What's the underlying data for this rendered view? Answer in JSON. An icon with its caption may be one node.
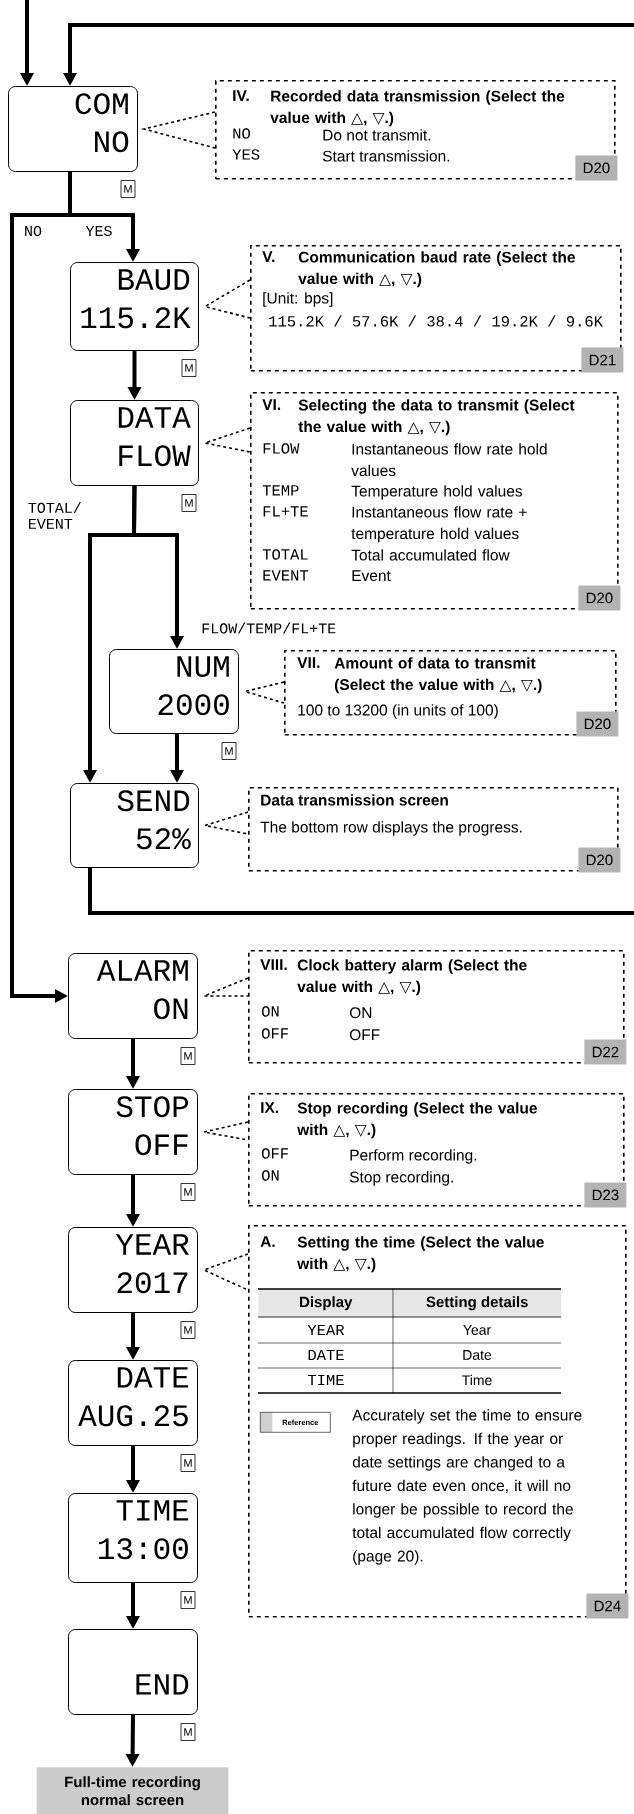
{
  "diagram": {
    "nodes": [
      {
        "text": [
          "COM",
          "NO"
        ],
        "beside": [
          "M"
        ]
      },
      {
        "text": [
          "IV.",
          "Recorded data transmission (Select the value with △, ▽.)",
          "NO",
          "Do not transmit.",
          "YES",
          "Start transmission.",
          "D20"
        ]
      },
      {
        "text": [
          "BAUD",
          "115.2K"
        ],
        "beside": [
          "M"
        ]
      },
      {
        "text": [
          "V.",
          "Communication baud rate (Select the value with △, ▽.)",
          "[Unit: bps]",
          "115.2K / 57.6K / 38.4 / 19.2K / 9.6K",
          "D21"
        ]
      },
      {
        "text": [
          "DATA",
          "FLOW"
        ],
        "beside": [
          "M"
        ]
      },
      {
        "text": [
          "VI.",
          "Selecting the data to transmit (Select the value with △, ▽.)",
          "FLOW",
          "Instantaneous flow rate hold values",
          "TEMP",
          "Temperature hold values",
          "FL+TE",
          "Instantaneous flow rate + temperature hold values",
          "TOTAL",
          "Total accumulated flow",
          "EVENT",
          "Event",
          "D20"
        ]
      },
      {
        "text": [
          "NUM",
          "2000"
        ],
        "beside": [
          "M"
        ]
      },
      {
        "text": [
          "VII.",
          "Amount of data to transmit (Select the value with △, ▽.)",
          "100 to 13200 (in units of 100)",
          "D20"
        ]
      },
      {
        "text": [
          "SEND",
          "52%"
        ]
      },
      {
        "text": [
          "Data transmission screen",
          "The bottom row displays the progress.",
          "D20"
        ]
      },
      {
        "text": [
          "ALARM",
          "ON"
        ],
        "beside": [
          "M"
        ]
      },
      {
        "text": [
          "VIII.",
          "Clock battery alarm (Select the value with △, ▽.)",
          "ON",
          "ON",
          "OFF",
          "OFF",
          "D22"
        ]
      },
      {
        "text": [
          "STOP",
          "OFF"
        ],
        "beside": [
          "M"
        ]
      },
      {
        "text": [
          "IX.",
          "Stop recording (Select the value with △, ▽.)",
          "OFF",
          "Perform recording.",
          "ON",
          "Stop recording.",
          "D23"
        ]
      },
      {
        "text": [
          "YEAR",
          "2017"
        ],
        "beside": [
          "M"
        ]
      },
      {
        "text": [
          "A.",
          "Setting the time (Select the value with △, ▽.)",
          "Display",
          "Setting details",
          "YEAR",
          "Year",
          "DATE",
          "Date",
          "TIME",
          "Time",
          "Reference",
          "Accurately set the time to ensure proper readings. If the year or date settings are changed to a future date even once, it will no longer be possible to record the total accumulated flow correctly (page 20).",
          "D24"
        ]
      },
      {
        "text": [
          "DATE",
          "AUG.25"
        ],
        "beside": [
          "M"
        ]
      },
      {
        "text": [
          "TIME",
          "13:00"
        ],
        "beside": [
          "M"
        ]
      },
      {
        "text": [
          "END"
        ],
        "beside": [
          "M"
        ]
      },
      {
        "text": [
          "Full-time recording normal screen"
        ]
      }
    ],
    "edges": [
      {
        "from": null,
        "to": 0,
        "arrow": "to"
      },
      {
        "from": null,
        "to": 0,
        "arrow": "to"
      },
      {
        "from": 0,
        "to": 2,
        "arrow": "to",
        "label": "YES"
      },
      {
        "from": 0,
        "to": 10,
        "arrow": "to",
        "label": "NO"
      },
      {
        "from": 0,
        "to": 1,
        "arrow": "none",
        "style": "dashed"
      },
      {
        "from": 2,
        "to": 4,
        "arrow": "to"
      },
      {
        "from": 2,
        "to": 3,
        "arrow": "none",
        "style": "dashed"
      },
      {
        "from": 4,
        "to": 6,
        "arrow": "to",
        "label": "FLOW/TEMP/FL+TE"
      },
      {
        "from": 4,
        "to": 8,
        "arrow": "to",
        "label": "TOTAL/ EVENT"
      },
      {
        "from": 4,
        "to": 5,
        "arrow": "none",
        "style": "dashed"
      },
      {
        "from": 6,
        "to": 8,
        "arrow": "to"
      },
      {
        "from": 6,
        "to": 7,
        "arrow": "none",
        "style": "dashed"
      },
      {
        "from": 8,
        "to": null,
        "arrow": "none"
      },
      {
        "from": 8,
        "to": 9,
        "arrow": "none",
        "style": "dashed"
      },
      {
        "from": 10,
        "to": 12,
        "arrow": "to"
      },
      {
        "from": 10,
        "to": 11,
        "arrow": "none",
        "style": "dashed"
      },
      {
        "from": 12,
        "to": 14,
        "arrow": "to"
      },
      {
        "from": 12,
        "to": 13,
        "arrow": "none",
        "style": "dashed"
      },
      {
        "from": 14,
        "to": 16,
        "arrow": "to"
      },
      {
        "from": 14,
        "to": 15,
        "arrow": "none",
        "style": "dashed"
      },
      {
        "from": 16,
        "to": 17,
        "arrow": "to"
      },
      {
        "from": 17,
        "to": 18,
        "arrow": "to"
      },
      {
        "from": 18,
        "to": 19,
        "arrow": "to"
      }
    ]
  }
}
